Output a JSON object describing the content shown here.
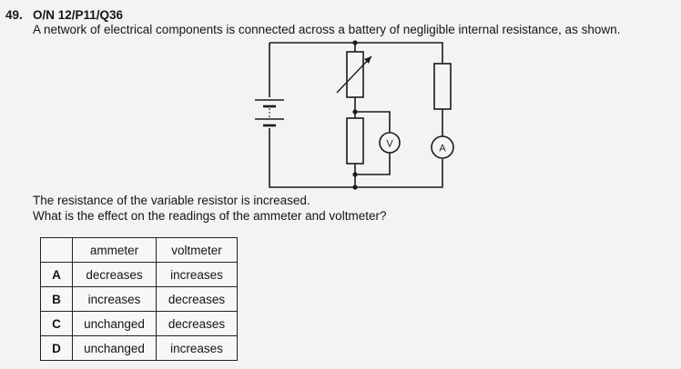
{
  "question": {
    "number": "49.",
    "reference": "O/N 12/P11/Q36",
    "intro": "A network of electrical components is connected across a battery of negligible internal resistance, as shown.",
    "statement": "The resistance of the variable resistor is increased.",
    "prompt": "What is the effect on the readings of the ammeter and voltmeter?"
  },
  "circuit": {
    "voltmeter_label": "V",
    "ammeter_label": "A"
  },
  "table": {
    "headers": [
      "",
      "ammeter",
      "voltmeter"
    ],
    "rows": [
      {
        "option": "A",
        "ammeter": "decreases",
        "voltmeter": "increases"
      },
      {
        "option": "B",
        "ammeter": "increases",
        "voltmeter": "decreases"
      },
      {
        "option": "C",
        "ammeter": "unchanged",
        "voltmeter": "decreases"
      },
      {
        "option": "D",
        "ammeter": "unchanged",
        "voltmeter": "increases"
      }
    ]
  }
}
